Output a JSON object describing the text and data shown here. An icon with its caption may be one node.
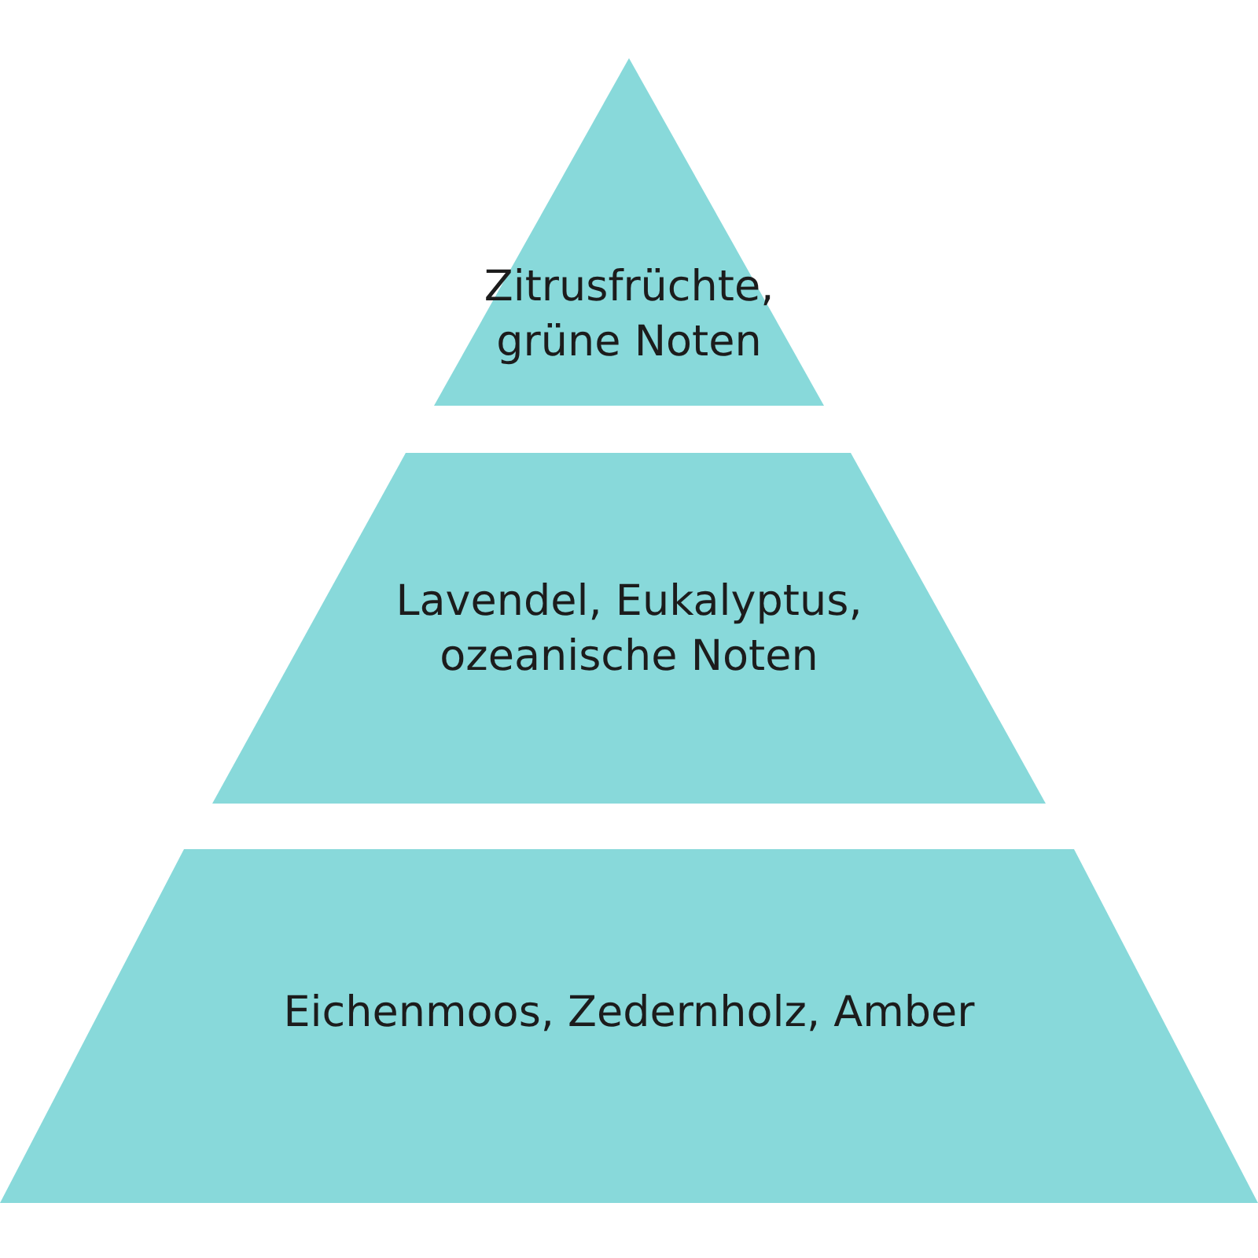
{
  "diagram": {
    "nodes": [
      {
        "text": [
          "Zitrusfrüchte, grüne Noten"
        ]
      },
      {
        "text": [
          "Lavendel, Eukalyptus, ozeanische Noten"
        ]
      },
      {
        "text": [
          "Eichenmoos, Zedernholz, Amber"
        ]
      }
    ]
  }
}
